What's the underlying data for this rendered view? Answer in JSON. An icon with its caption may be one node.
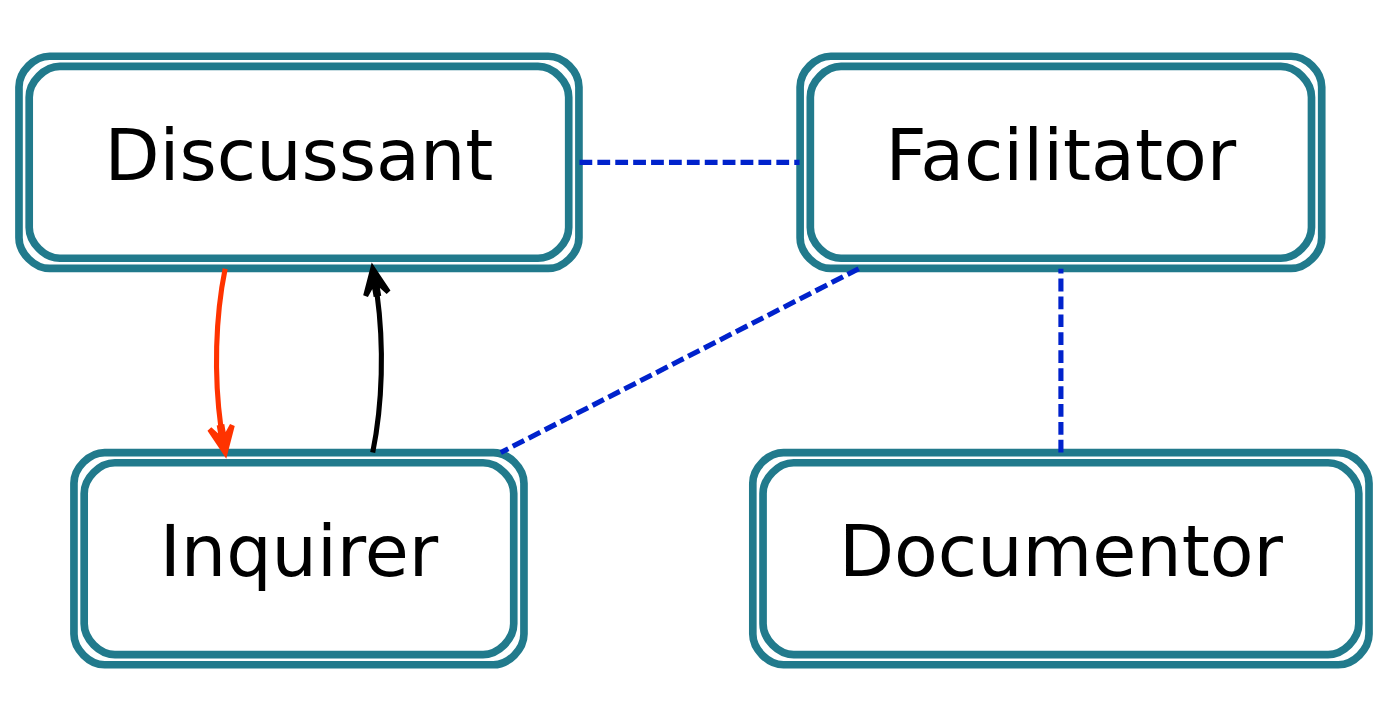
{
  "diagram": {
    "nodes": [
      {
        "text": [
          "Discussant"
        ]
      },
      {
        "text": [
          "Facilitator"
        ]
      },
      {
        "text": [
          "Documentor"
        ]
      },
      {
        "text": [
          "Inquirer"
        ]
      }
    ],
    "edges": [
      {
        "from": 0,
        "to": 1,
        "arrow": "none",
        "style": "dashed"
      },
      {
        "from": 0,
        "to": 3,
        "arrow": "to",
        "color": "#ff3300"
      },
      {
        "from": 3,
        "to": 0,
        "arrow": "to",
        "color": "#000000"
      },
      {
        "from": 2,
        "to": 1,
        "arrow": "none",
        "style": "dashed"
      },
      {
        "from": 1,
        "to": 3,
        "arrow": "none",
        "style": "dashed"
      }
    ]
  }
}
